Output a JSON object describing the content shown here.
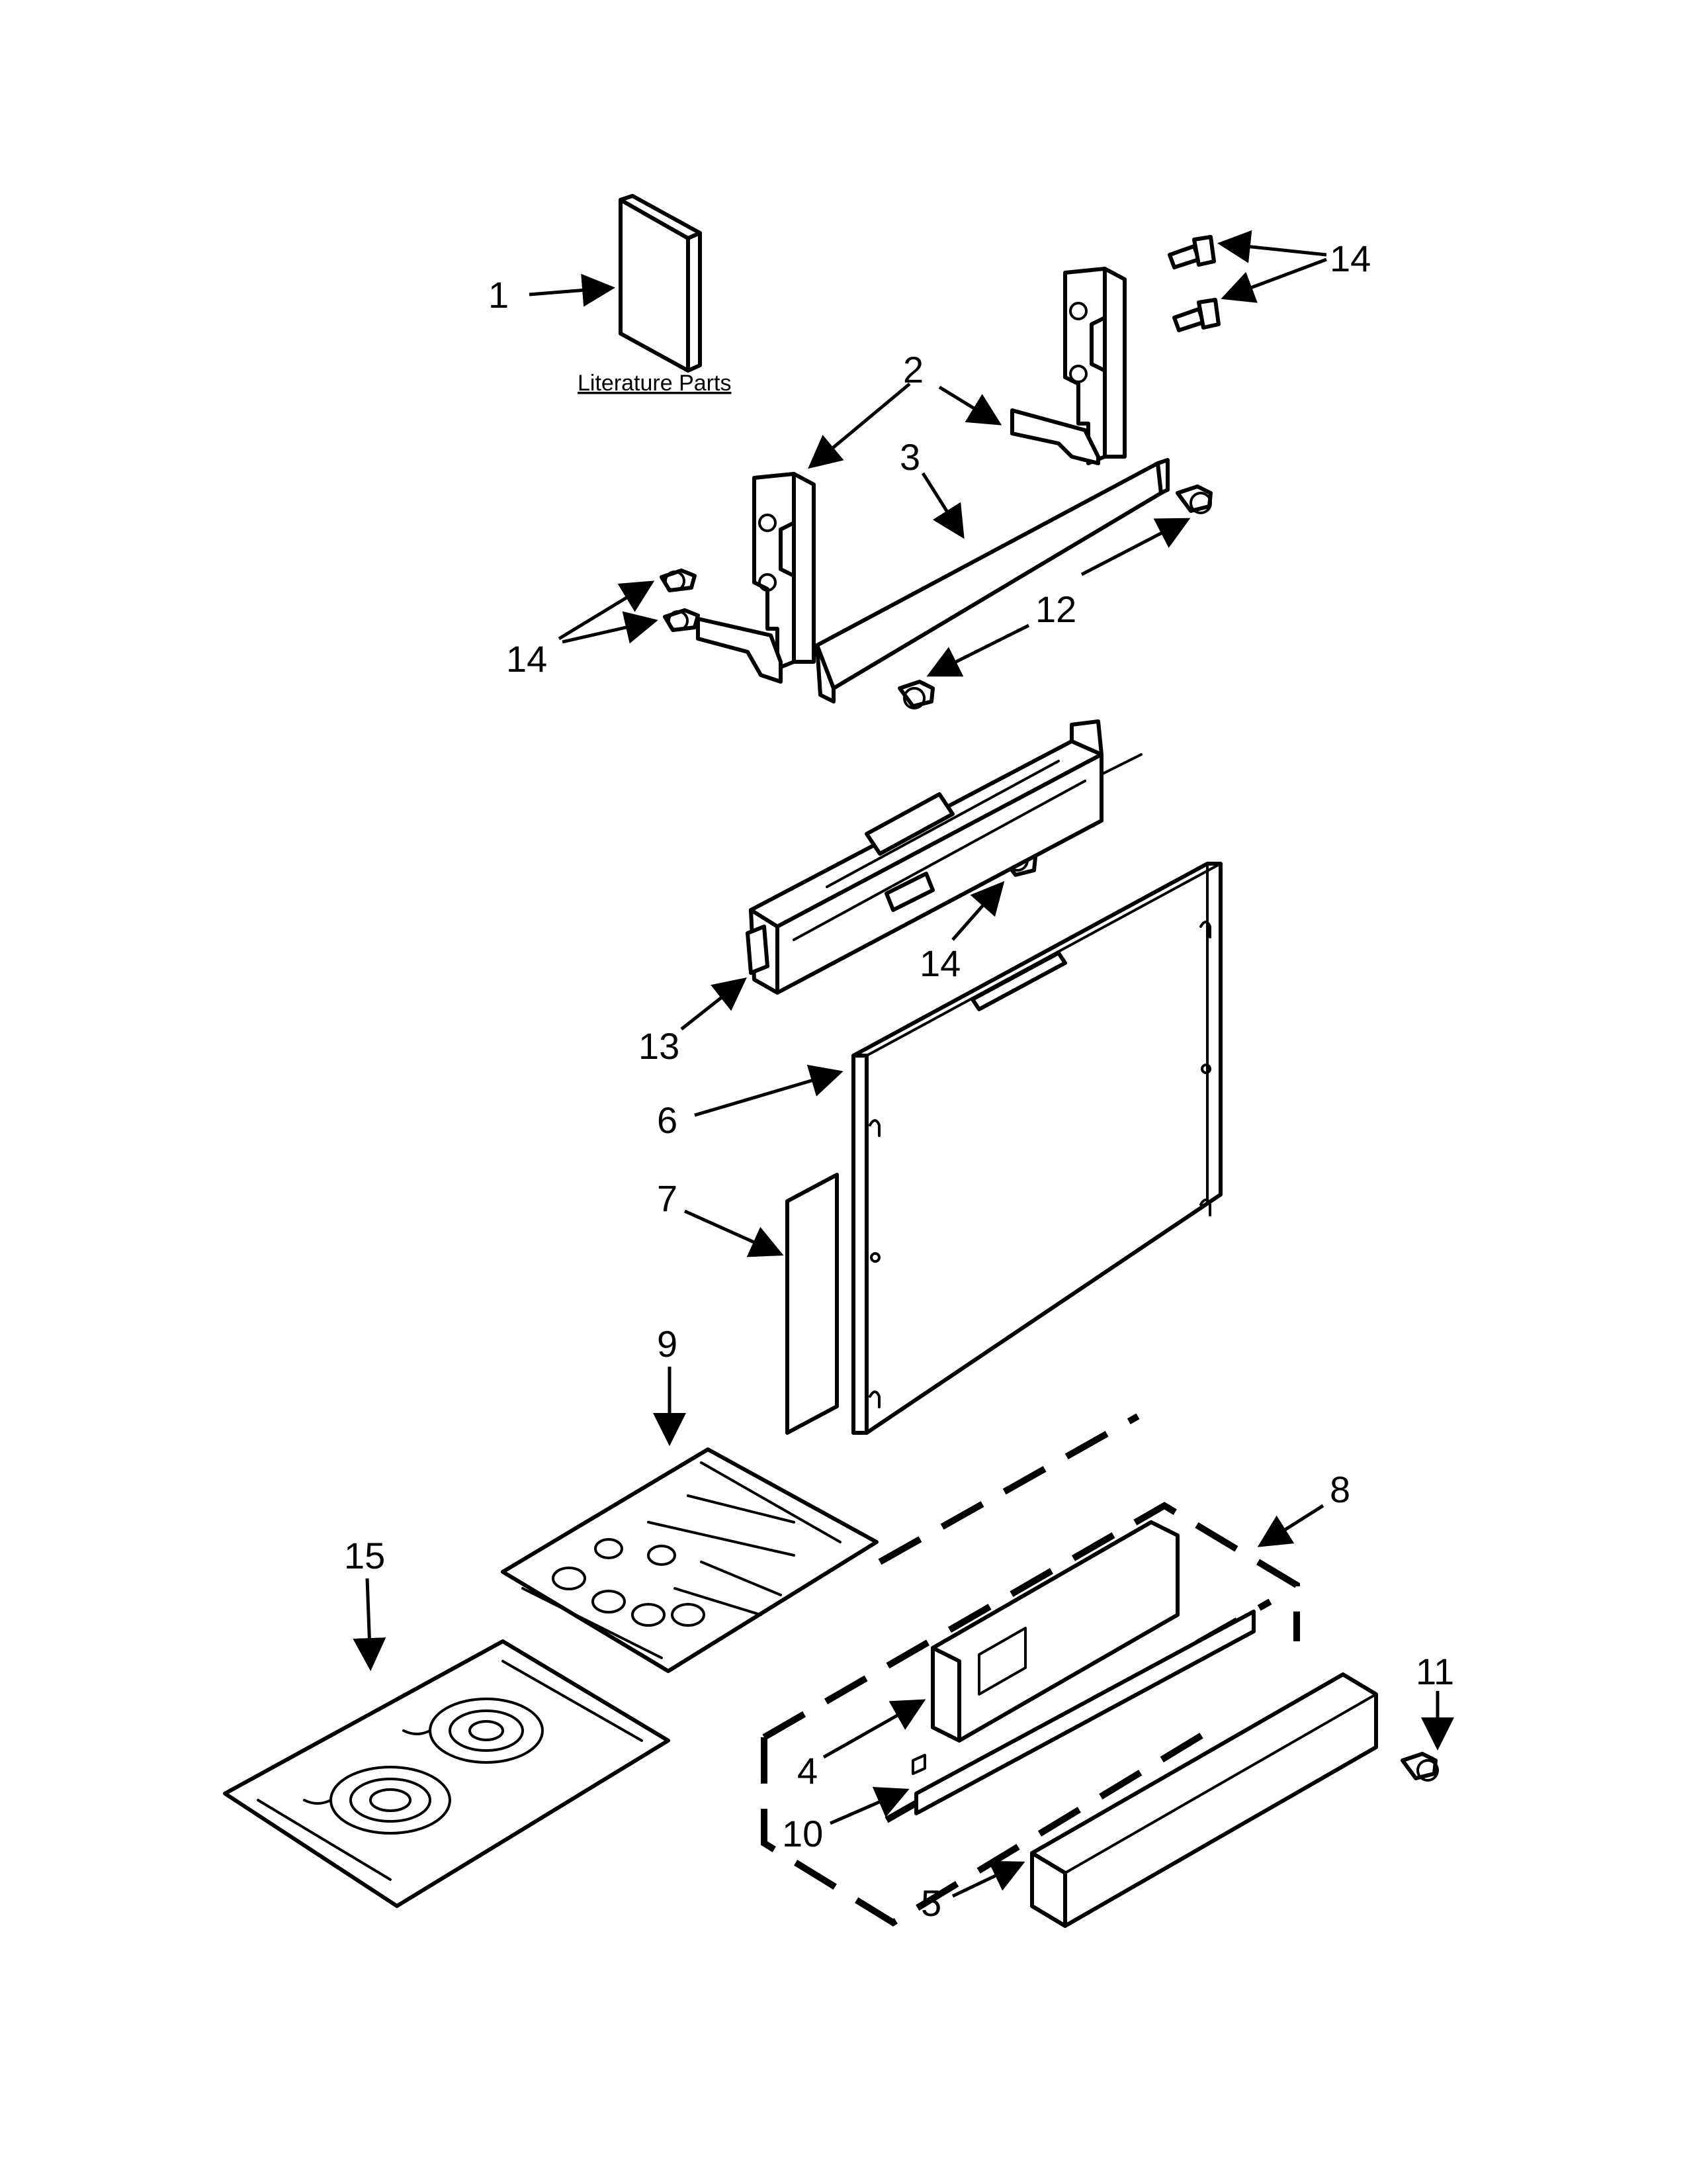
{
  "caption": "Literature Parts",
  "callouts": {
    "c1": "1",
    "c2": "2",
    "c3": "3",
    "c4": "4",
    "c5": "5",
    "c6": "6",
    "c7": "7",
    "c8": "8",
    "c9": "9",
    "c10": "10",
    "c11": "11",
    "c12": "12",
    "c13": "13",
    "c14a": "14",
    "c14b": "14",
    "c14c": "14",
    "c15": "15"
  }
}
